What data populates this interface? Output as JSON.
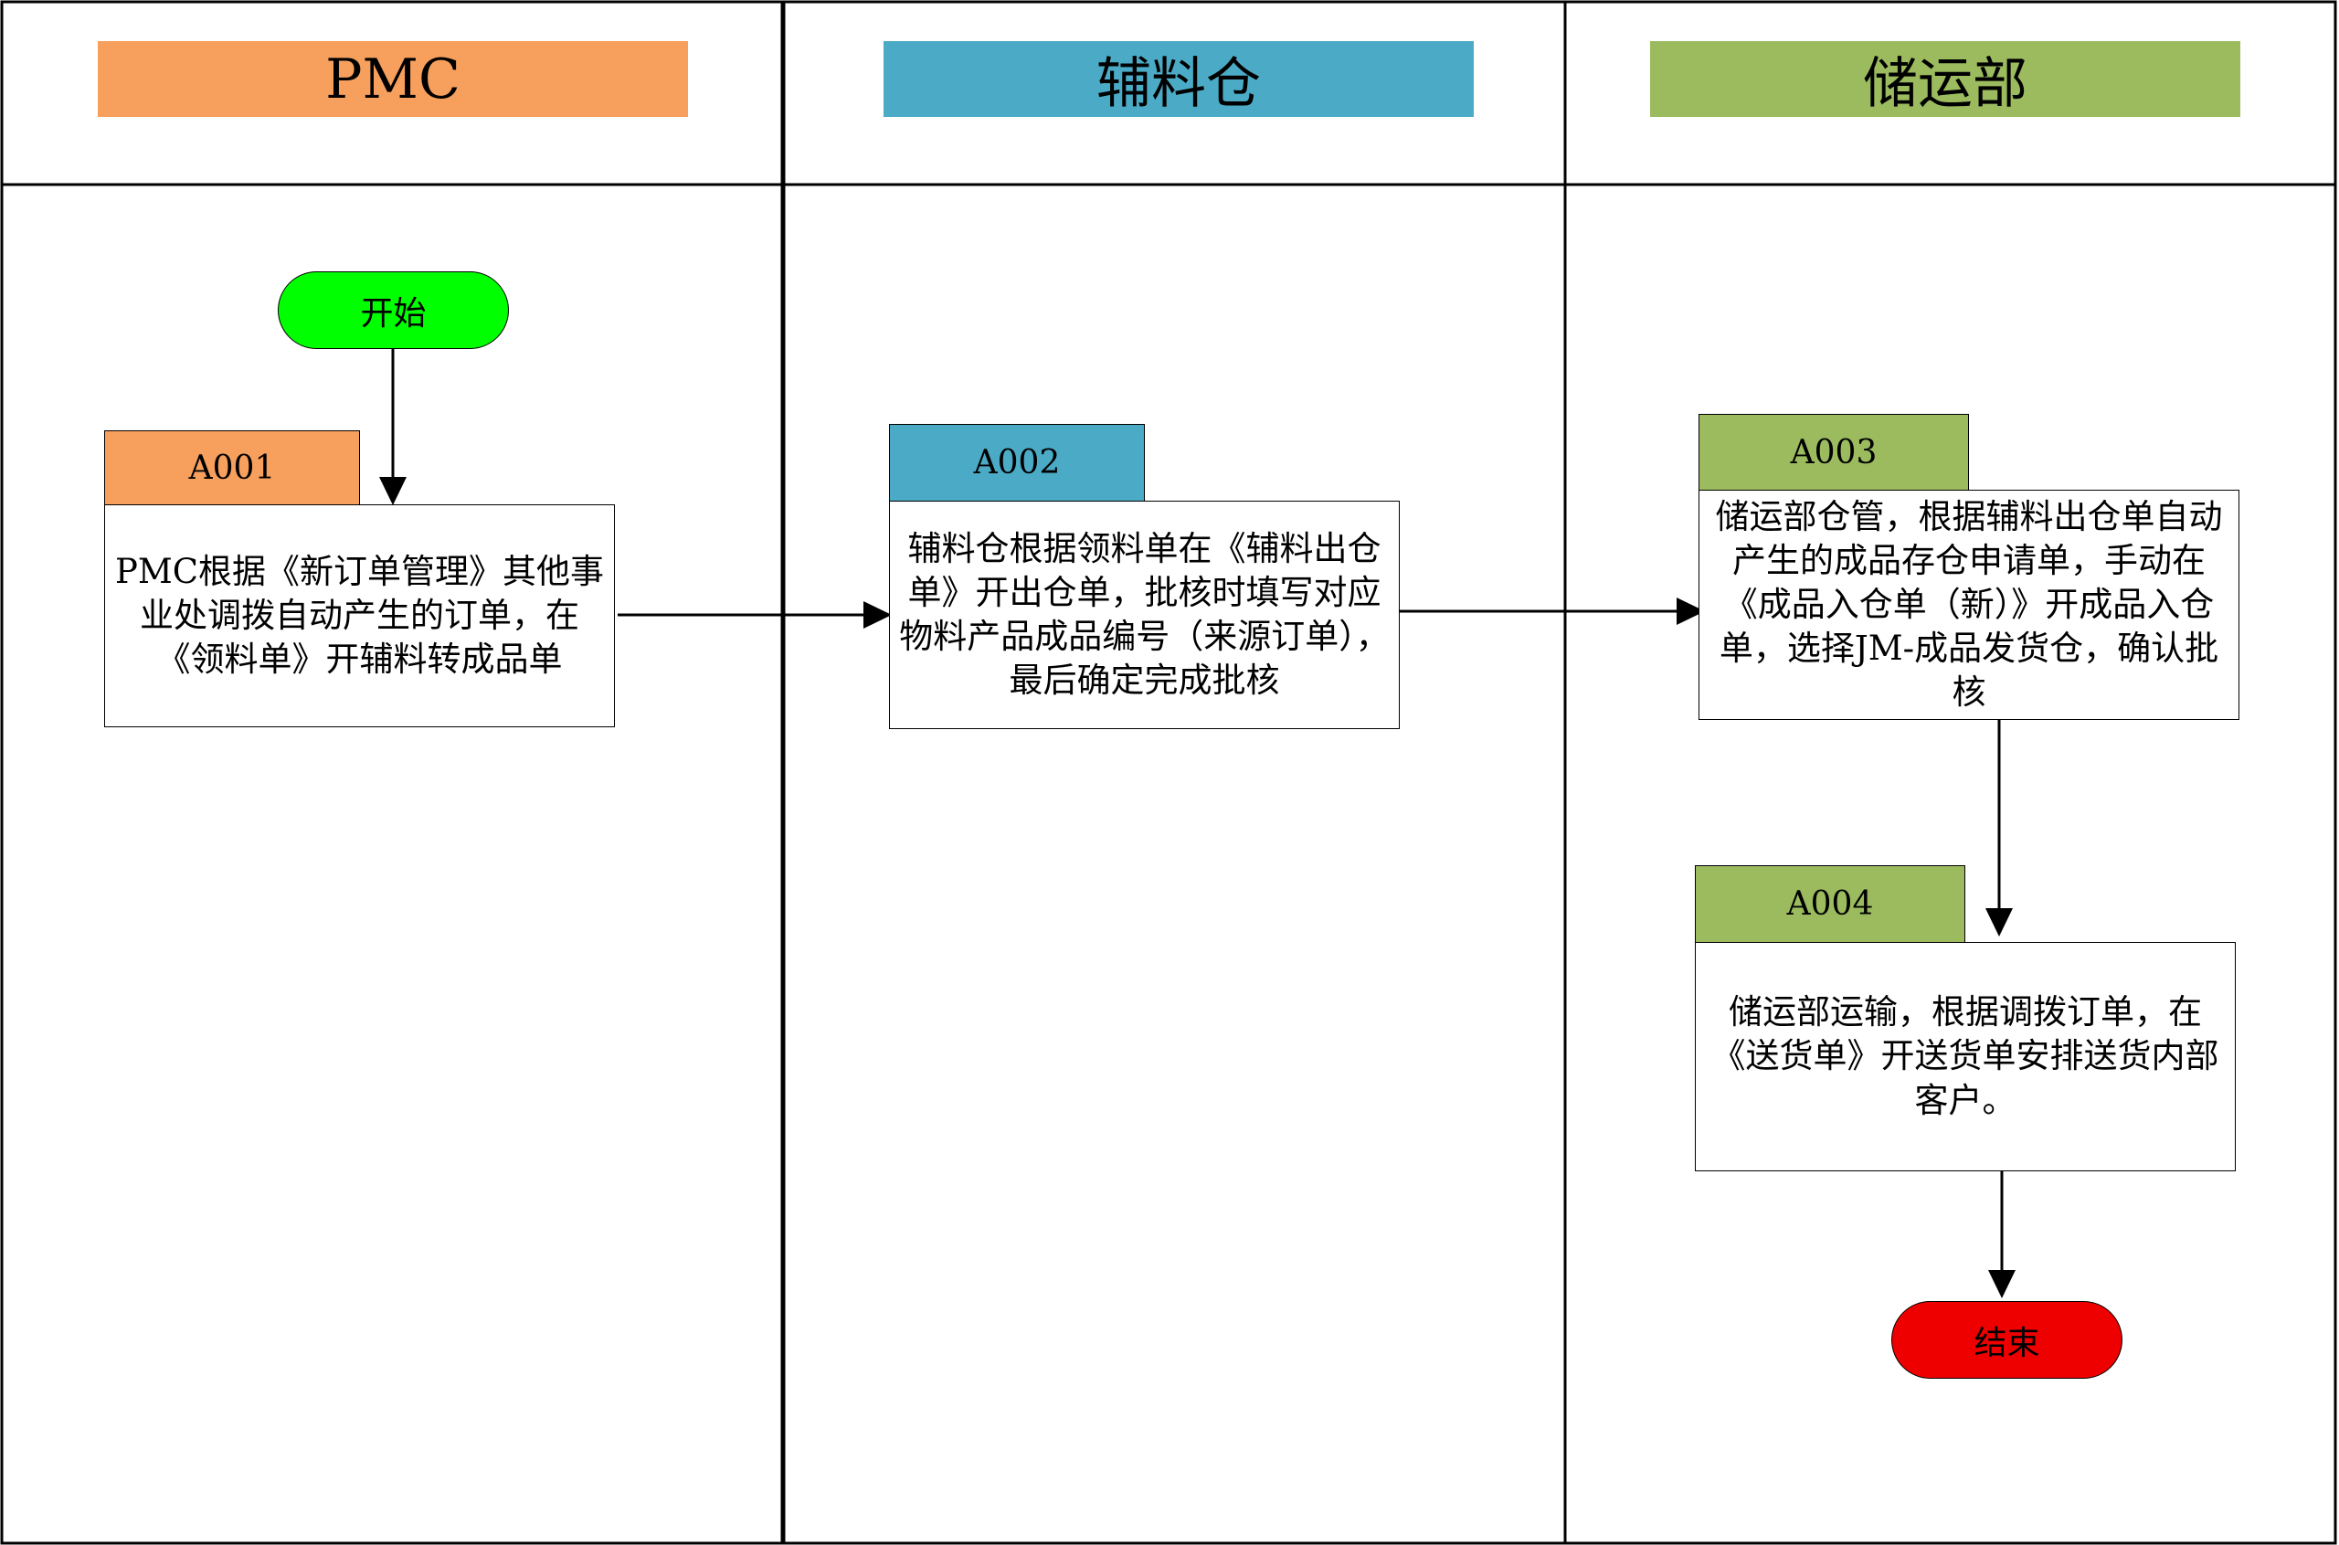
{
  "lanes": [
    {
      "name": "PMC",
      "color": "#F79F5C"
    },
    {
      "name": "辅料仓",
      "color": "#4BABC6"
    },
    {
      "name": "储运部",
      "color": "#9BBB5E"
    }
  ],
  "start": {
    "label": "开始",
    "color": "#00FF00"
  },
  "end": {
    "label": "结束",
    "color": "#EE0000"
  },
  "steps": [
    {
      "id": "A001",
      "lane": "PMC",
      "text": "PMC根据《新订单管理》其他事业处调拨自动产生的订单，在《领料单》开辅料转成品单"
    },
    {
      "id": "A002",
      "lane": "辅料仓",
      "text": "辅料仓根据领料单在《辅料出仓单》开出仓单，批核时填写对应物料产品成品编号（来源订单），最后确定完成批核"
    },
    {
      "id": "A003",
      "lane": "储运部",
      "text": "储运部仓管，根据辅料出仓单自动产生的成品存仓申请单，手动在《成品入仓单（新）》开成品入仓单，选择JM-成品发货仓，确认批核"
    },
    {
      "id": "A004",
      "lane": "储运部",
      "text": "储运部运输，根据调拨订单，在《送货单》开送货单安排送货内部客户。"
    }
  ],
  "flows": [
    {
      "from": "开始",
      "to": "A001"
    },
    {
      "from": "A001",
      "to": "A002"
    },
    {
      "from": "A002",
      "to": "A003"
    },
    {
      "from": "A003",
      "to": "A004"
    },
    {
      "from": "A004",
      "to": "结束"
    }
  ]
}
